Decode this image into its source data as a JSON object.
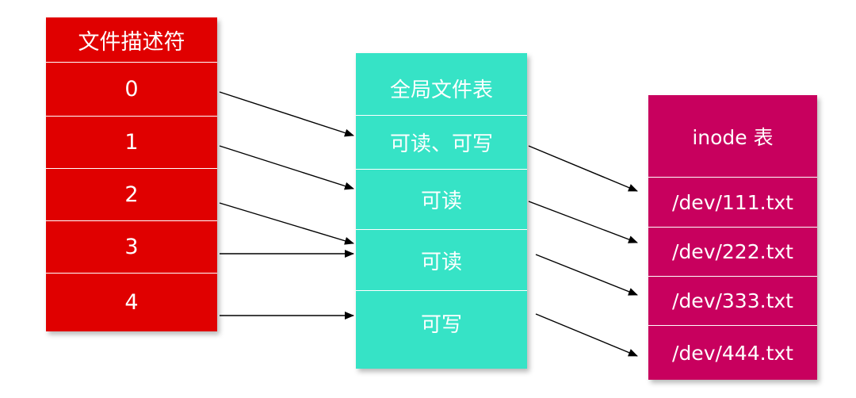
{
  "fd_table": {
    "header": "文件描述符",
    "rows": [
      "0",
      "1",
      "2",
      "3",
      "4"
    ]
  },
  "global_file_table": {
    "header": "全局文件表",
    "rows": [
      "可读、可写",
      "可读",
      "可读",
      "可写"
    ]
  },
  "inode_table": {
    "header": "inode 表",
    "rows": [
      "/dev/111.txt",
      "/dev/222.txt",
      "/dev/333.txt",
      "/dev/444.txt"
    ]
  },
  "colors": {
    "fd_table": "#e00000",
    "global_file_table": "#36e3c6",
    "inode_table": "#c8005e",
    "arrow": "#000000"
  }
}
